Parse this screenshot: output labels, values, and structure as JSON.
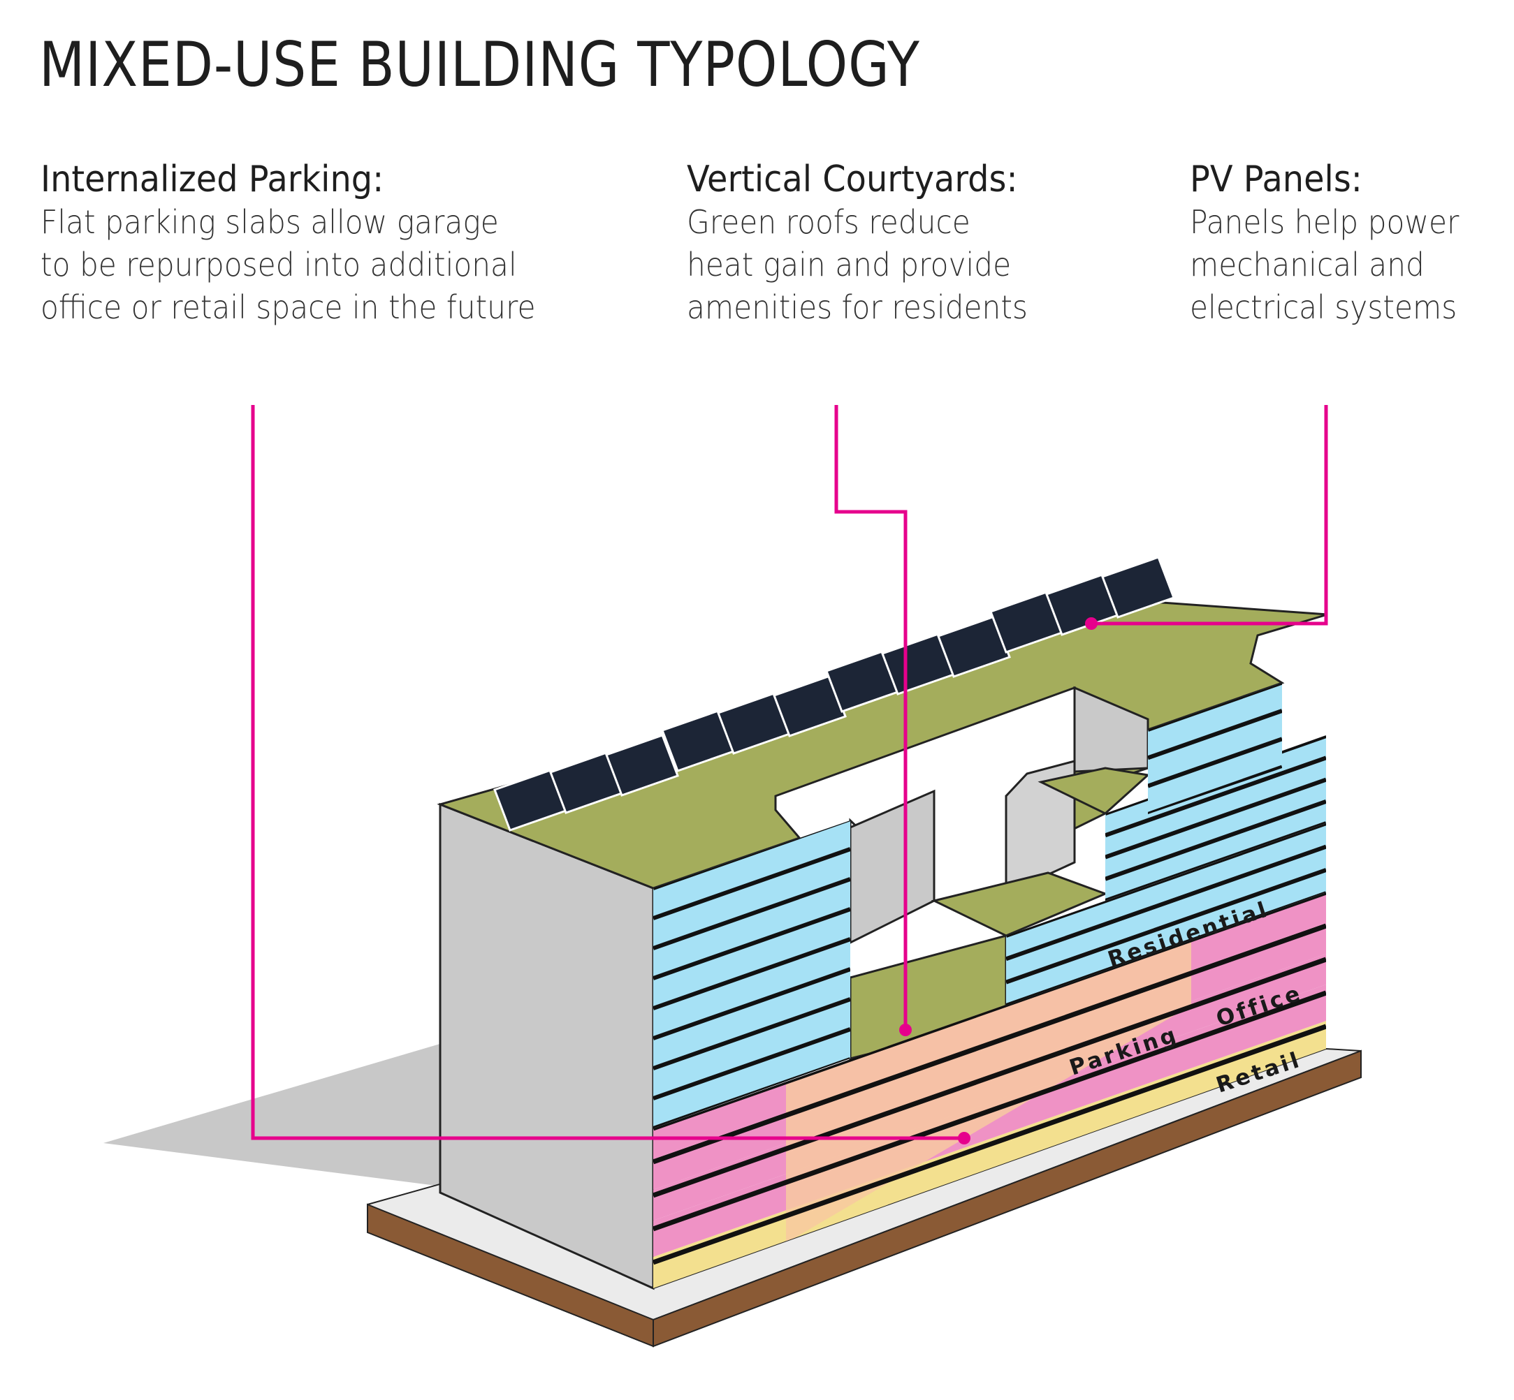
{
  "title": "MIXED-USE BUILDING TYPOLOGY",
  "callouts": [
    {
      "heading": "Internalized Parking:",
      "lines": [
        "Flat parking slabs allow garage",
        "to be repurposed into additional",
        "office or retail space in the future"
      ]
    },
    {
      "heading": "Vertical Courtyards:",
      "lines": [
        "Green roofs reduce",
        "heat gain and provide",
        "amenities for residents"
      ]
    },
    {
      "heading": "PV Panels:",
      "lines": [
        "Panels help power",
        "mechanical and",
        "electrical systems"
      ]
    }
  ],
  "floor_labels": {
    "residential": "Residential",
    "office": "Office",
    "parking": "Parking",
    "retail": "Retail"
  },
  "colors": {
    "leader": "#e6008c",
    "glass": "#a6e1f5",
    "office": "#ef92c5",
    "parking": "#f7c9a0",
    "retail": "#f3e08f",
    "green_roof": "#a4ad5c",
    "wall": "#c9c9c9",
    "base": "#8a5a35",
    "panel": "#1c2536"
  }
}
